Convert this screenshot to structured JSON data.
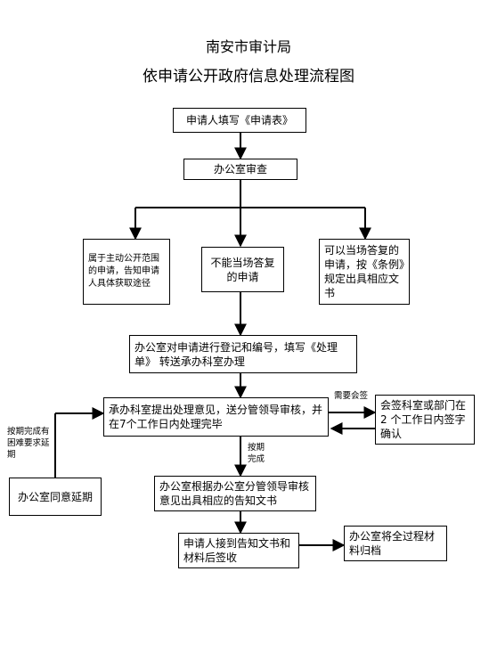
{
  "header": {
    "org": "南安市审计局",
    "title": "依申请公开政府信息处理流程图"
  },
  "nodes": {
    "apply": "申请人填写《申请表》",
    "office_review": "办公室审查",
    "active_scope": "属于主动公开范围的申请，告知申请人具体获取途径",
    "cannot_reply": "不能当场答复的申请",
    "can_reply": "可以当场答复的申请，按《条例》规定出具相应文书",
    "register": "办公室对申请进行登记和编号，填写《处理单》 转送承办科室办理",
    "handle": "承办科室提出处理意见，送分管领导审核，并在7个工作日内处理完毕",
    "cosign_dept": "会签科室或部门在 2 个工作日内签字确认",
    "agree_delay": "办公室同意延期",
    "issue_doc": "办公室根据办公室分管领导审核意见出具相应的告知文书",
    "receive": "申请人接到告知文书和材料后签收",
    "archive": "办公室将全过程材料归档"
  },
  "labels": {
    "need_cosign": "需要会签",
    "delay_request": "按期完成有困难要求延期",
    "on_time": "按期完成"
  }
}
